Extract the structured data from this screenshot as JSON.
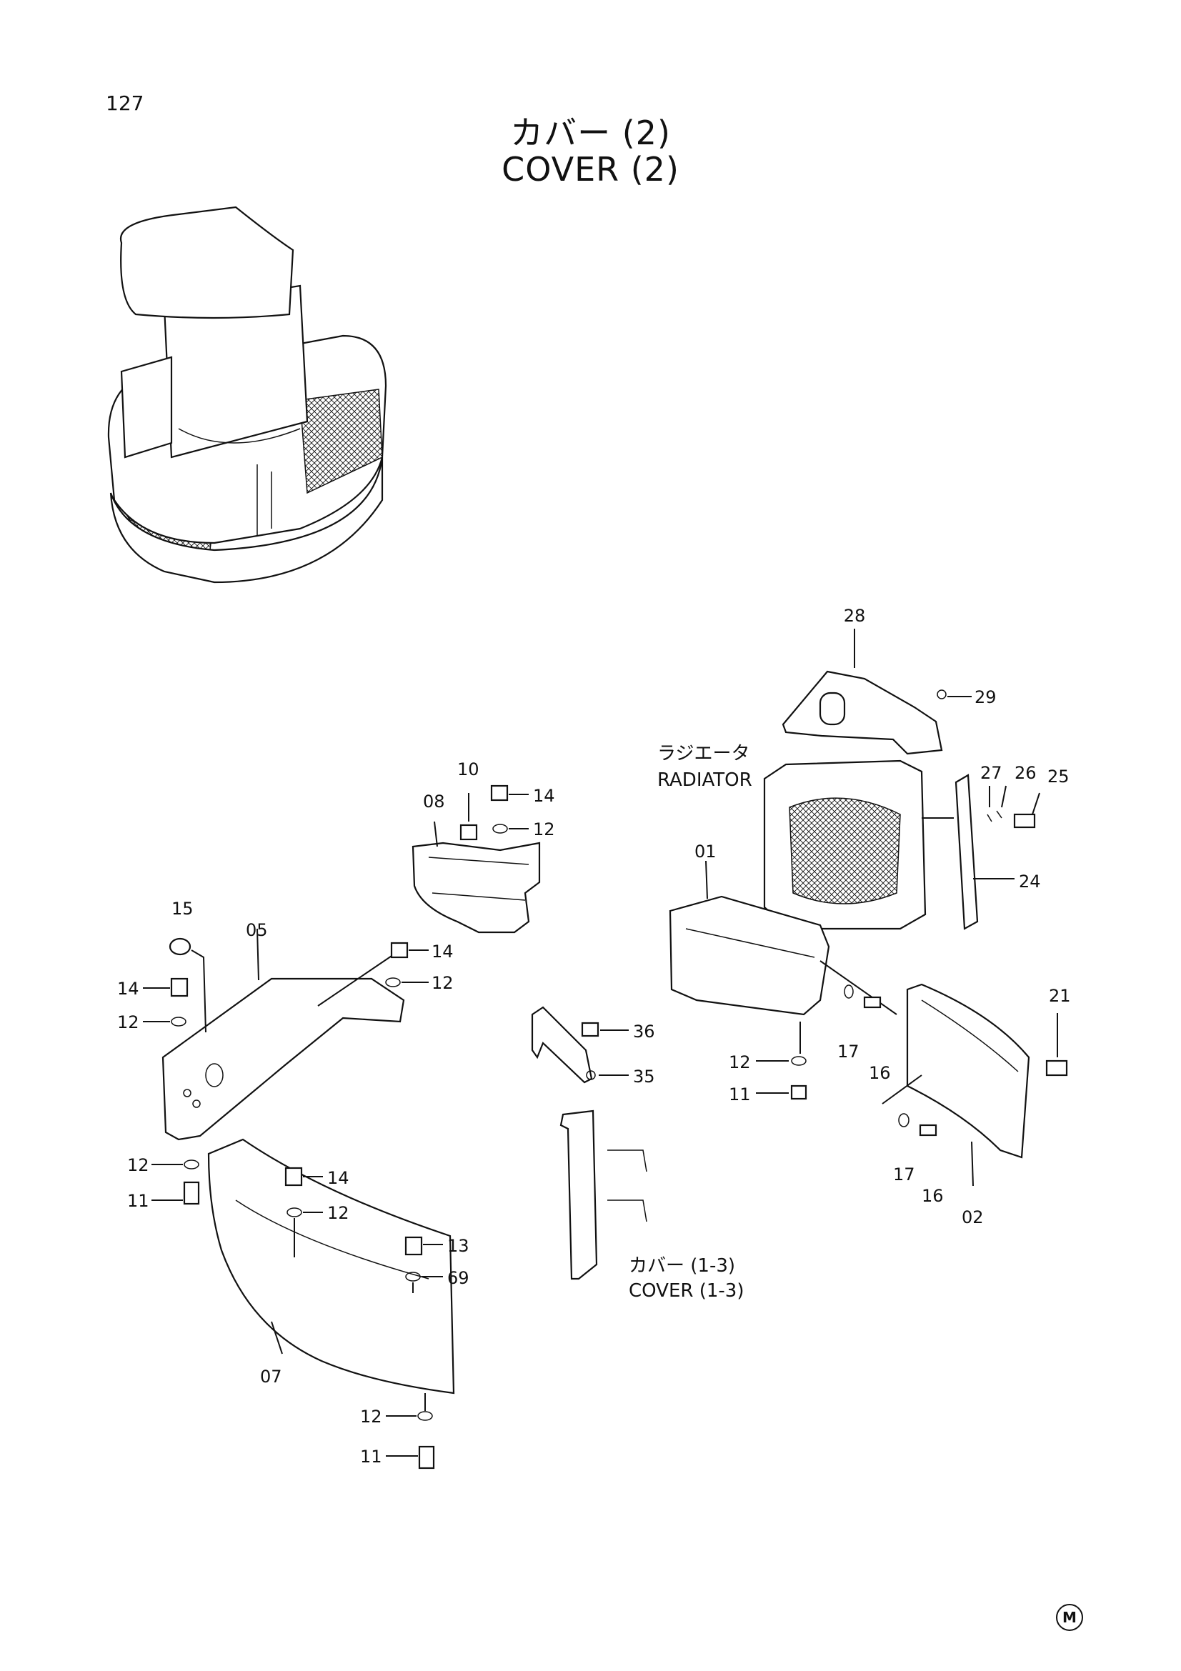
{
  "page_number": "127",
  "title_jp": "カバー (2)",
  "title_en": "COVER (2)",
  "callouts": {
    "radiator_jp": "ラジエータ",
    "radiator_en": "RADIATOR",
    "cover13_jp": "カバー (1-3)",
    "cover13_en": "COVER (1-3)"
  },
  "part_labels": {
    "p28": "28",
    "p29": "29",
    "p27": "27",
    "p26": "26",
    "p25": "25",
    "p24": "24",
    "p01": "01",
    "p10": "10",
    "p08": "08",
    "p14a": "14",
    "p12a": "12",
    "p14b": "14",
    "p12b": "12",
    "p15": "15",
    "p05": "05",
    "p14c": "14",
    "p12c": "12",
    "p36": "36",
    "p35": "35",
    "p12d": "12",
    "p11d": "11",
    "p17a": "17",
    "p16a": "16",
    "p21": "21",
    "p17b": "17",
    "p16b": "16",
    "p02": "02",
    "p12e": "12",
    "p11e": "11",
    "p14f": "14",
    "p12f": "12",
    "p13": "13",
    "p69": "69",
    "p07": "07",
    "p12g": "12",
    "p11g": "11"
  },
  "corner_mark": "M"
}
